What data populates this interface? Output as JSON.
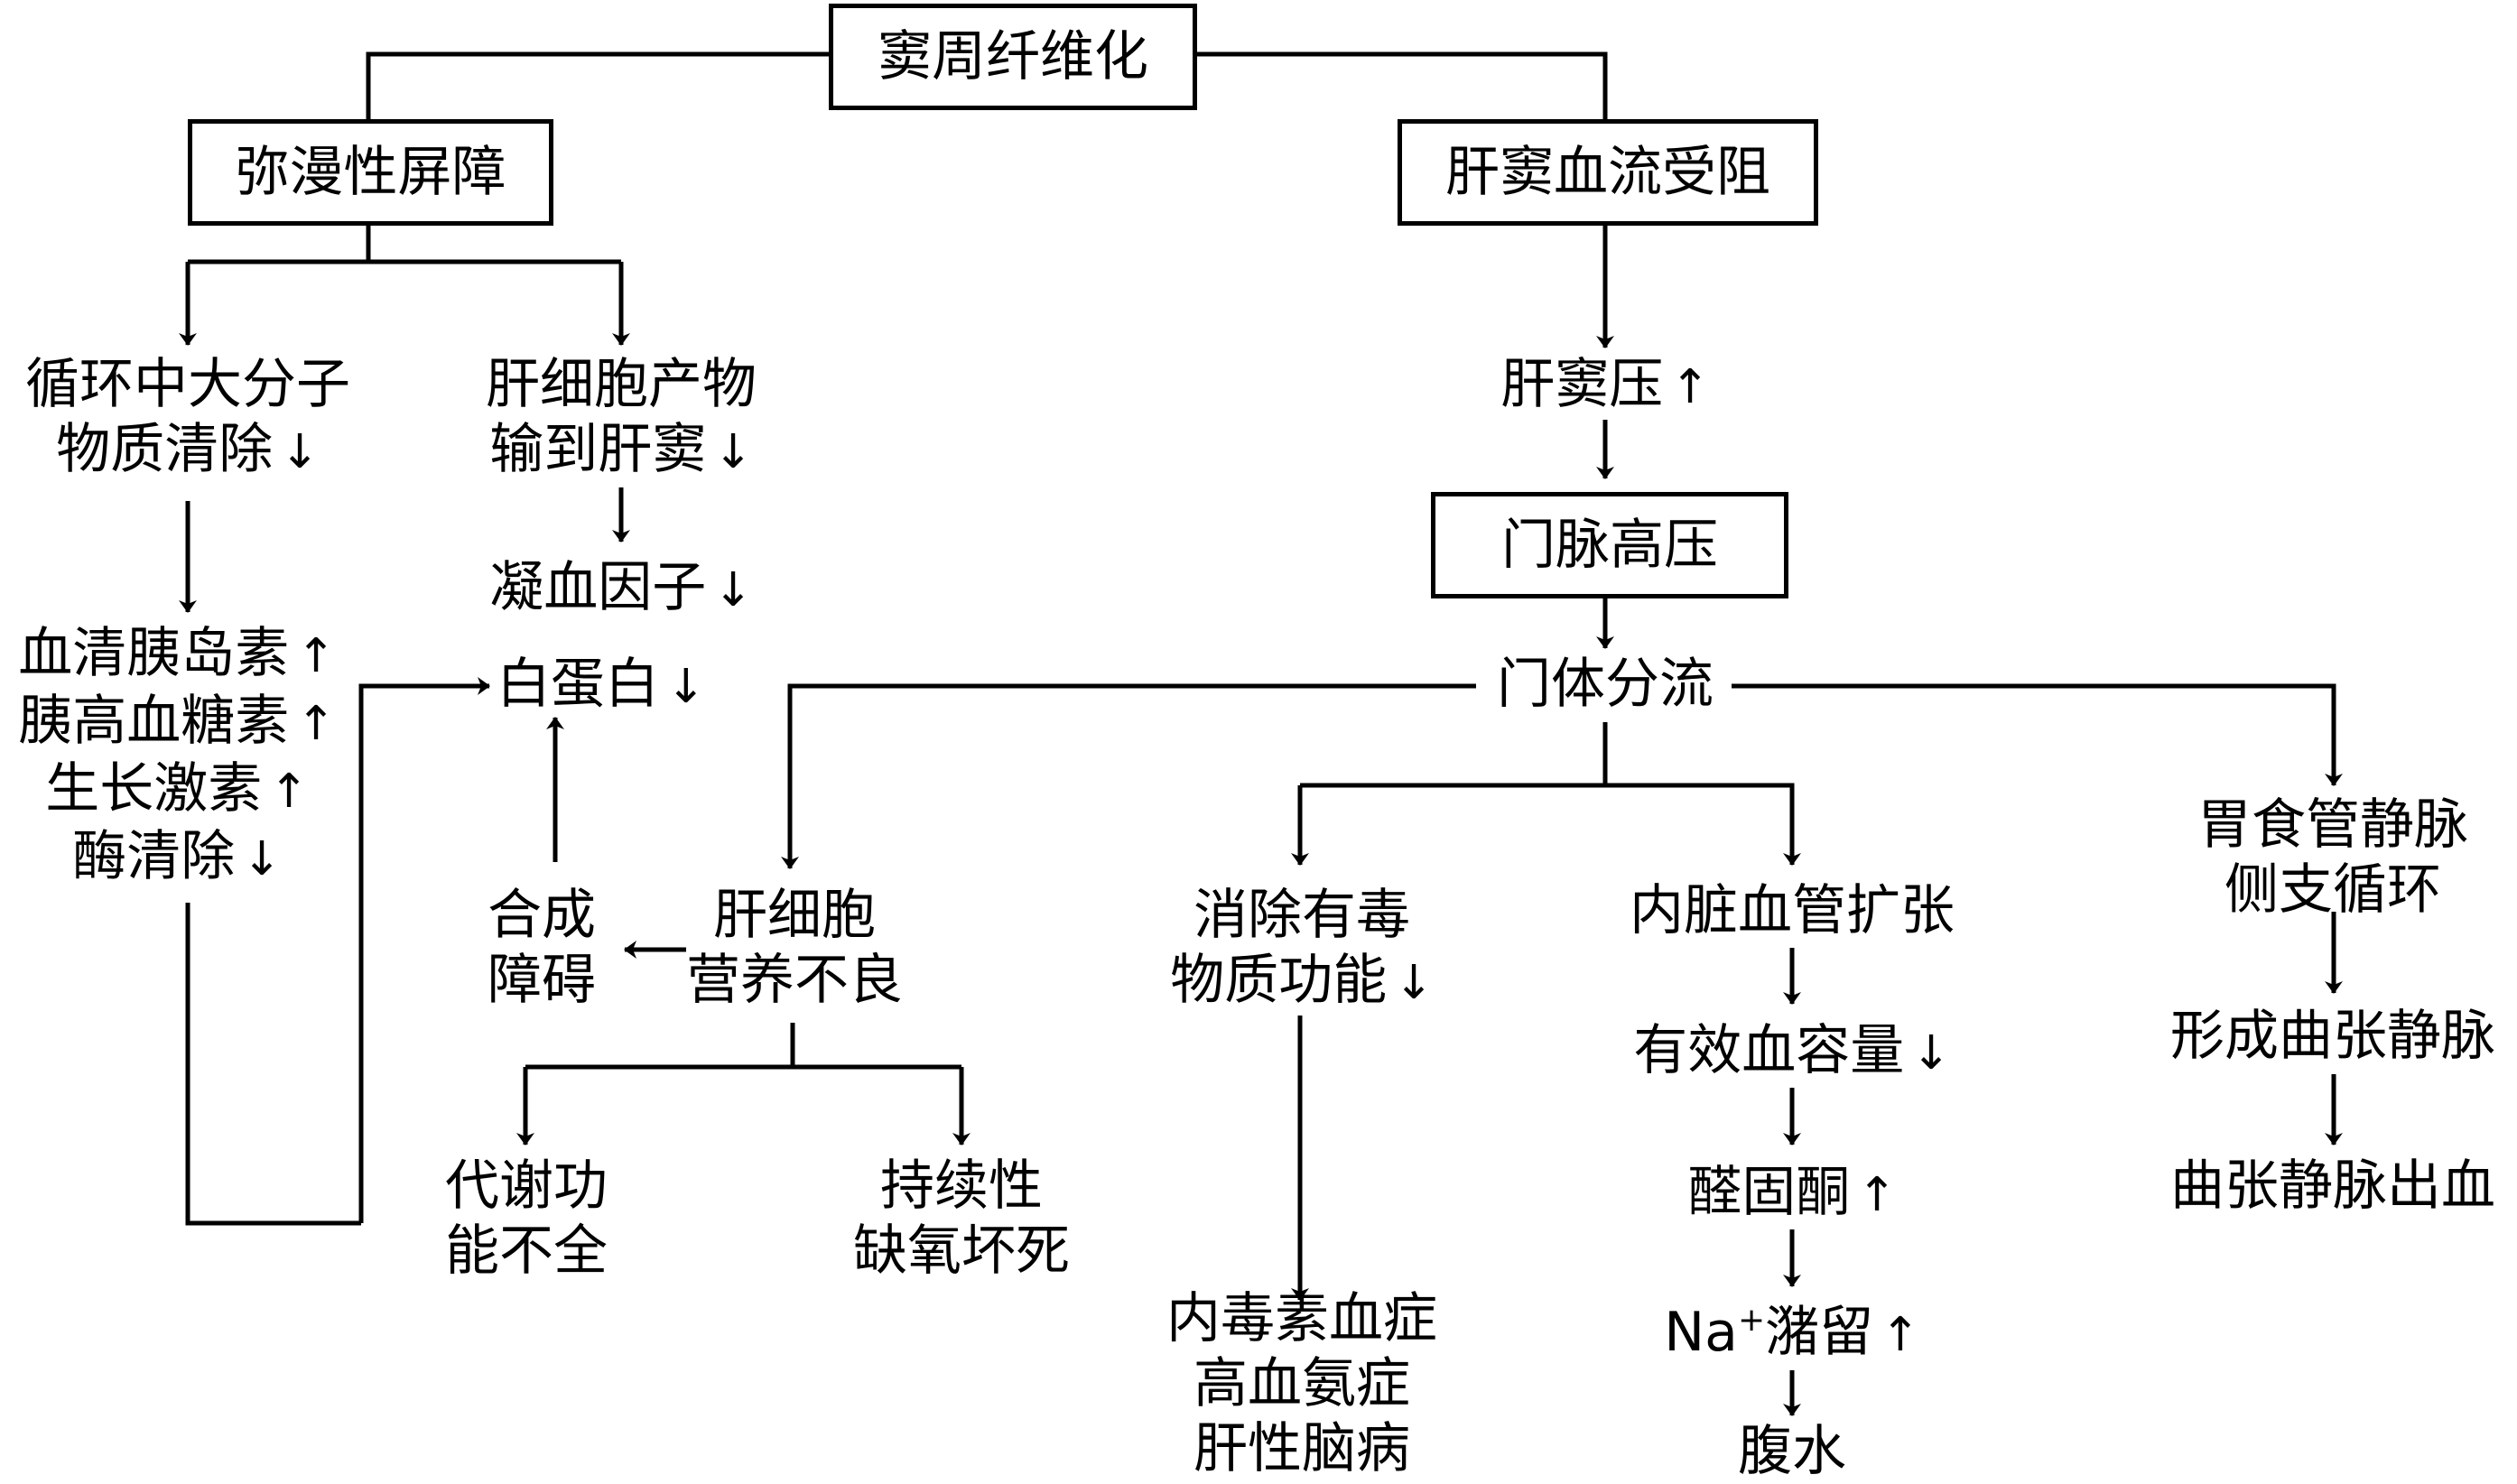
{
  "diagram": {
    "title": "窦周纤维化",
    "left_branch": "弥漫性屏障",
    "right_branch": "肝窦血流受阻",
    "macro_clearance": [
      "循环中大分子",
      "物质清除"
    ],
    "hepatocyte_products": [
      "肝细胞产物",
      "输到肝窦"
    ],
    "coagulation": "凝血因子",
    "hormones": [
      "血清胰岛素",
      "胰高血糖素",
      "生长激素",
      "酶清除"
    ],
    "albumin": "白蛋白",
    "synthesis": [
      "合成",
      "障碍"
    ],
    "malnutrition": [
      "肝细胞",
      "营养不良"
    ],
    "metabolic": [
      "代谢功",
      "能不全"
    ],
    "hypoxia": [
      "持续性",
      "缺氧坏死"
    ],
    "sinus_pressure": "肝窦压",
    "portal_hypertension": "门脉高压",
    "portosystemic_shunt": "门体分流",
    "detox": [
      "消除有毒",
      "物质功能"
    ],
    "toxic_outcomes": [
      "内毒素血症",
      "高血氨症",
      "肝性脑病"
    ],
    "visceral_dilation": "内脏血管扩张",
    "blood_volume": "有效血容量",
    "aldosterone": "醛固酮",
    "sodium_ion": "Na",
    "sodium_charge": "+",
    "sodium_retention": "潴留",
    "ascites": "腹水",
    "collateral": [
      "胃食管静脉",
      "侧支循环"
    ],
    "varices": "形成曲张静脉",
    "variceal_bleeding": "曲张静脉出血",
    "up_arrow": "↑",
    "down_arrow": "↓"
  }
}
